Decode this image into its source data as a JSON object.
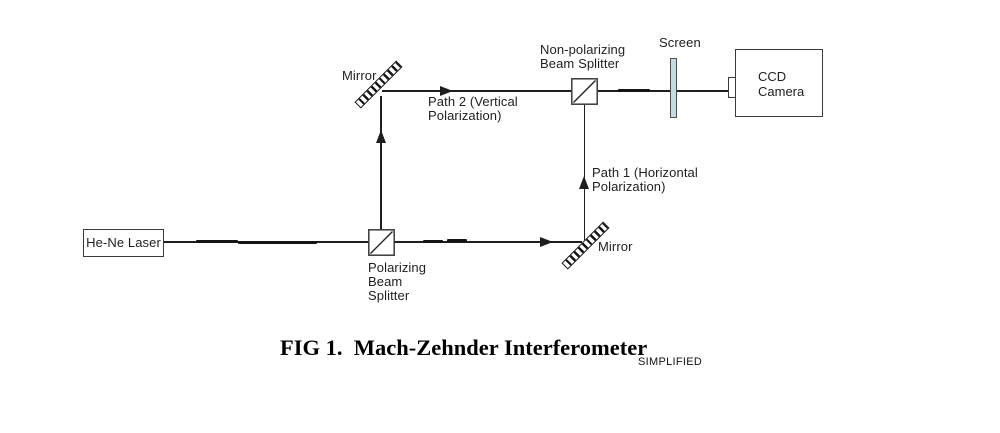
{
  "figure": {
    "caption": "FIG 1.  Mach-Zehnder Interferometer",
    "caption_suffix": "SIMPLIFIED"
  },
  "components": {
    "laser_label": "He-Ne Laser",
    "polarizing_bs_label": "Polarizing\nBeam\nSplitter",
    "nonpolarizing_bs_label": "Non-polarizing\nBeam Splitter",
    "mirror_top_label": "Mirror",
    "mirror_bottom_label": "Mirror",
    "screen_label": "Screen",
    "camera_label": "CCD\nCamera"
  },
  "paths": {
    "path1_label": "Path 1 (Horizontal\nPolarization)",
    "path2_label": "Path 2 (Vertical\nPolarization)"
  },
  "colors": {
    "screen_fill": "#bfdee2",
    "line": "#1e1e1e"
  }
}
